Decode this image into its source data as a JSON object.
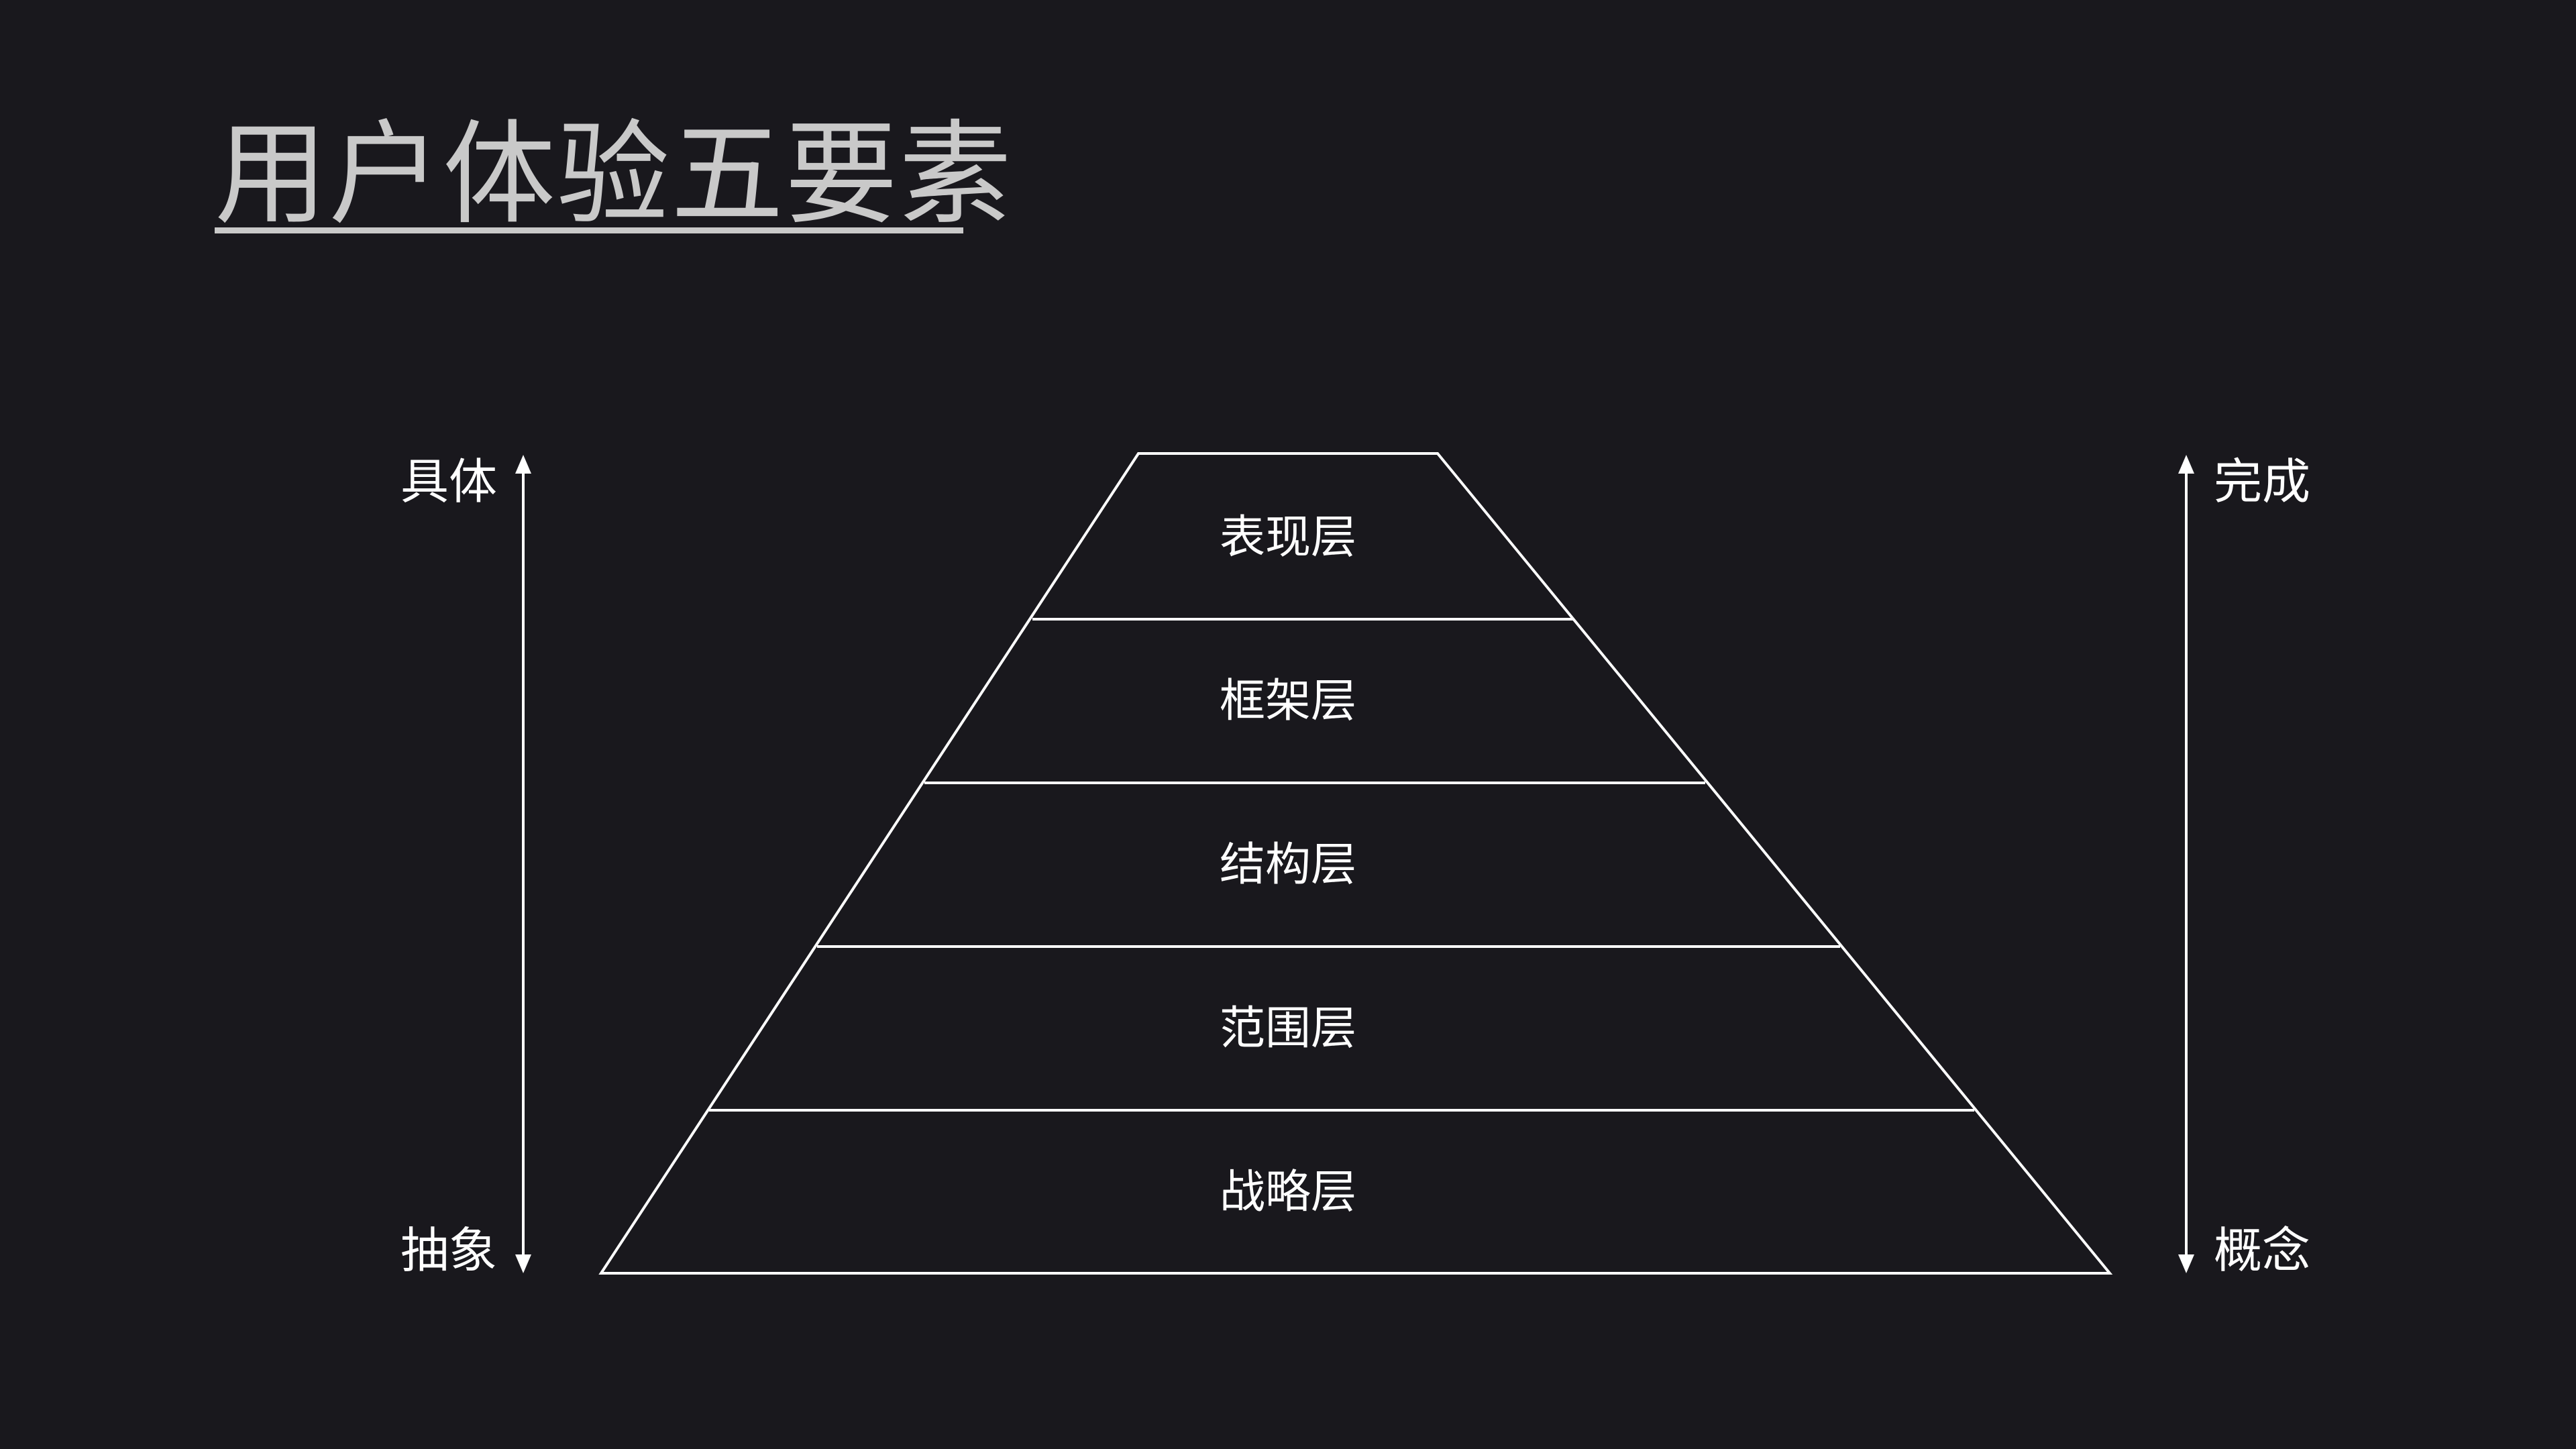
{
  "title": "用户体验五要素",
  "left_axis": {
    "top": "具体",
    "bottom": "抽象"
  },
  "right_axis": {
    "top": "完成",
    "bottom": "概念"
  },
  "layers": [
    {
      "label": "表现层"
    },
    {
      "label": "框架层"
    },
    {
      "label": "结构层"
    },
    {
      "label": "范围层"
    },
    {
      "label": "战略层"
    }
  ],
  "colors": {
    "background": "#19181d",
    "line": "#ffffff",
    "title": "#c9c9c9"
  }
}
